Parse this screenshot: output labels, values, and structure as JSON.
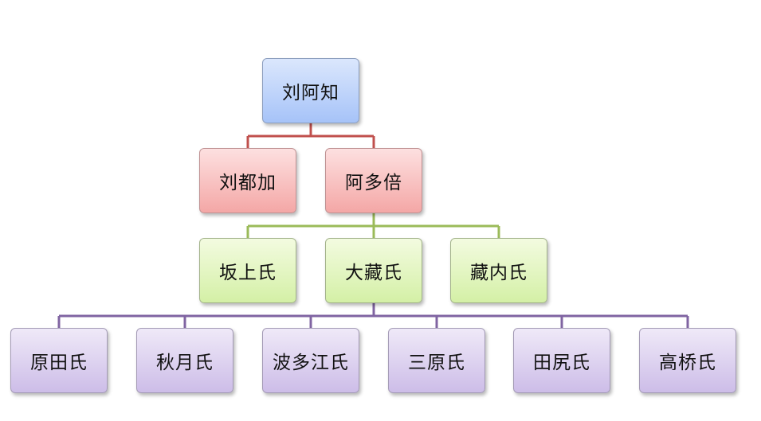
{
  "diagram": {
    "root": {
      "label": "刘阿知"
    },
    "generation2": [
      {
        "label": "刘都加"
      },
      {
        "label": "阿多倍"
      }
    ],
    "generation3": [
      {
        "label": "坂上氏"
      },
      {
        "label": "大藏氏"
      },
      {
        "label": "藏内氏"
      }
    ],
    "generation4": [
      {
        "label": "原田氏"
      },
      {
        "label": "秋月氏"
      },
      {
        "label": "波多江氏"
      },
      {
        "label": "三原氏"
      },
      {
        "label": "田尻氏"
      },
      {
        "label": "高桥氏"
      }
    ],
    "connector_colors": {
      "root_to_gen2": "#c0504d",
      "gen2_to_gen3": "#9bbb59",
      "gen3_to_gen4": "#8064a2"
    }
  }
}
